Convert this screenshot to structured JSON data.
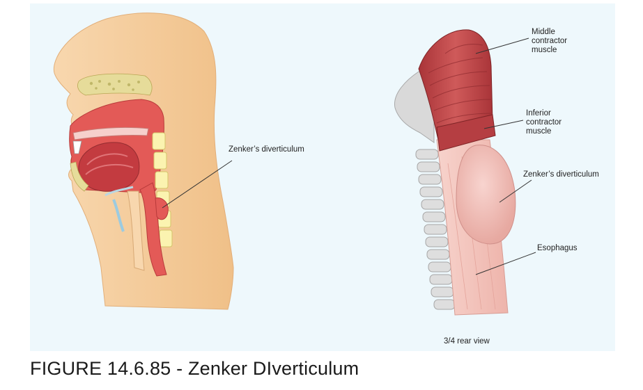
{
  "figure": {
    "labels": {
      "zenker_left": "Zenker’s diverticulum",
      "middle_muscle": "Middle\ncontractor\nmuscle",
      "inferior_muscle": "Inferior\ncontractor\nmuscle",
      "zenker_right": "Zenker’s diverticulum",
      "esophagus": "Esophagus",
      "view": "3/4 rear view"
    },
    "colors": {
      "background": "#eef8fc",
      "skin": "#f6cfa0",
      "muscle": "#c4464a",
      "esophagus": "#f4c6bf",
      "cartilage": "#dcdcdc"
    }
  },
  "caption": "FIGURE 14.6.85 - Zenker DIverticulum"
}
